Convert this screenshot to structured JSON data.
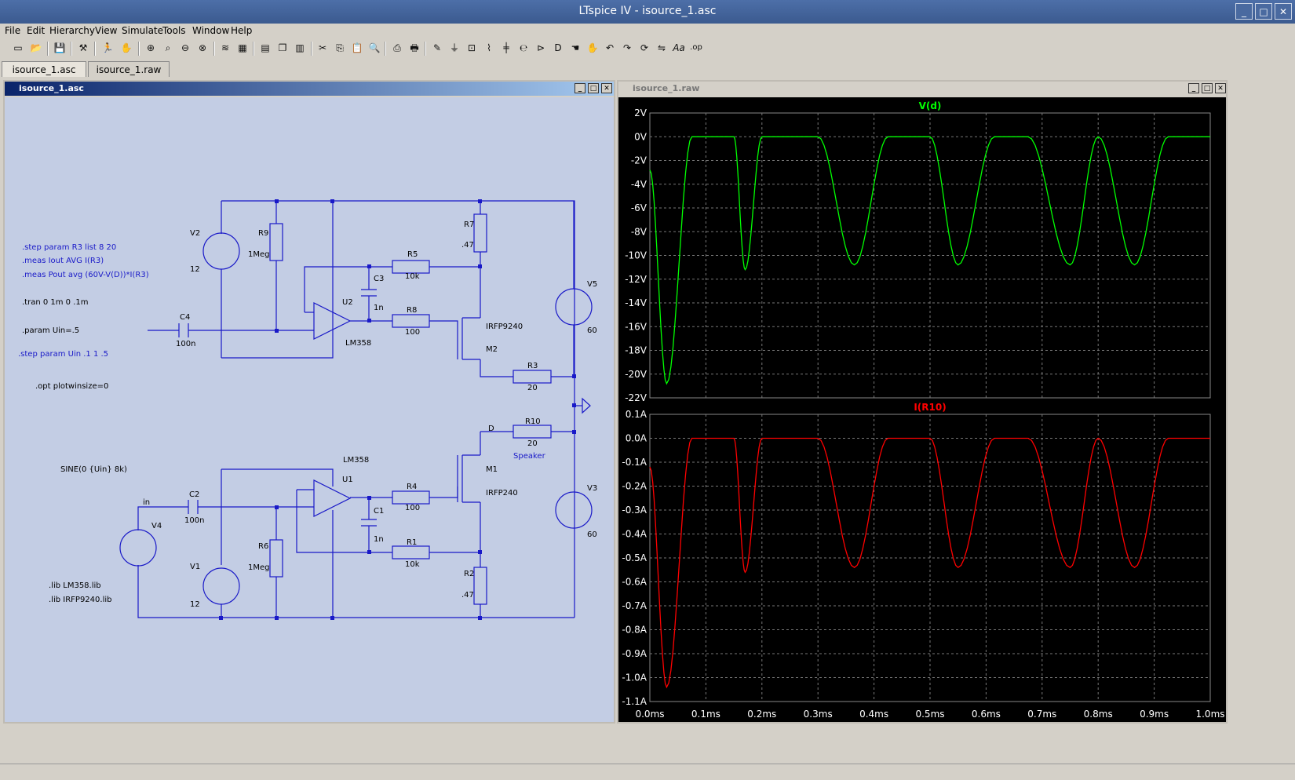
{
  "app": {
    "window_title": "LTspice IV - isource_1.asc"
  },
  "titlebar_buttons": {
    "minimize": "_",
    "maximize": "□",
    "close": "✕"
  },
  "menu": [
    "File",
    "Edit",
    "Hierarchy",
    "View",
    "Simulate",
    "Tools",
    "Window",
    "Help"
  ],
  "tabs": [
    {
      "label": "isource_1.asc",
      "active": true
    },
    {
      "label": "isource_1.raw",
      "active": false
    }
  ],
  "toolbar_icons": [
    "new-schematic-icon",
    "open-icon",
    "save-icon",
    "control-panel-icon",
    "run-icon",
    "halt-icon",
    "zoom-in-icon",
    "zoom-area-icon",
    "zoom-out-icon",
    "zoom-fit-icon",
    "autorange-icon",
    "grid-icon",
    "tile-horizontal-icon",
    "cascade-icon",
    "tile-vertical-icon",
    "cut-icon",
    "copy-icon",
    "paste-icon",
    "find-icon",
    "print-setup-icon",
    "print-icon",
    "wire-icon",
    "ground-icon",
    "label-net-icon",
    "resistor-icon",
    "capacitor-icon",
    "inductor-icon",
    "diode-icon",
    "component-icon",
    "move-icon",
    "drag-icon",
    "undo-icon",
    "redo-icon",
    "rotate-icon",
    "mirror-icon",
    "text-icon",
    "spice-directive-icon"
  ],
  "toolbar_glyphs": {
    "new": "▭",
    "open": "📂",
    "save": "💾",
    "run": "🏃",
    "halt": "✋",
    "zoomin": "⊕",
    "zoomout": "⊖",
    "cut": "✂",
    "copy": "⎘",
    "paste": "📋",
    "find": "🔍",
    "print": "🖶",
    "wire": "✎",
    "ground": "⏚",
    "undo": "↶",
    "redo": "↷",
    "text": "Aa",
    "directive": ".op"
  },
  "schematic": {
    "window_title": "isource_1.asc",
    "background": "#c3cde4",
    "directives": [
      ".step param R3 list 8 20",
      ".meas Iout AVG I(R3)",
      ".meas Pout avg (60V-V(D))*I(R3)",
      ".tran 0 1m 0 .1m",
      ".param Uin=.5",
      ".step param Uin .1 1 .5",
      ".opt plotwinsize=0",
      ".lib LM358.lib",
      ".lib IRFP9240.lib"
    ],
    "source_value": "SINE(0 {Uin} 8k)",
    "labels": {
      "V2": "V2",
      "V2_val": "12",
      "R9": "R9",
      "R9_val": "1Meg",
      "R7": "R7",
      "R7_val": ".47",
      "R5": "R5",
      "R5_val": "10k",
      "C3": "C3",
      "C3_val": "1n",
      "U2": "U2",
      "U2_part": "LM358",
      "R8": "R8",
      "R8_val": "100",
      "M2_part": "IRFP9240",
      "M2": "M2",
      "C4": "C4",
      "C4_val": "100n",
      "V5": "V5",
      "V5_val": "60",
      "R3": "R3",
      "R3_val": "20",
      "D_net": "D",
      "R10": "R10",
      "R10_val": "20",
      "speaker": "Speaker",
      "U1_part": "LM358",
      "U1": "U1",
      "M1": "M1",
      "M1_part": "IRFP240",
      "R4": "R4",
      "R4_val": "100",
      "C1": "C1",
      "C1_val": "1n",
      "R1": "R1",
      "R1_val": "10k",
      "in_net": "in",
      "C2": "C2",
      "C2_val": "100n",
      "V4": "V4",
      "R6": "R6",
      "R6_val": "1Meg",
      "V1": "V1",
      "V1_val": "12",
      "R2": "R2",
      "R2_val": ".47",
      "V3": "V3",
      "V3_val": "60"
    }
  },
  "waveform": {
    "window_title": "isource_1.raw",
    "x_ticks": [
      "0.0ms",
      "0.1ms",
      "0.2ms",
      "0.3ms",
      "0.4ms",
      "0.5ms",
      "0.6ms",
      "0.7ms",
      "0.8ms",
      "0.9ms",
      "1.0ms"
    ]
  },
  "chart_data": [
    {
      "type": "line",
      "title": "V(d)",
      "color": "#00ff00",
      "xlim": [
        0,
        1.0
      ],
      "ylim": [
        -22,
        2
      ],
      "y_ticks": [
        "2V",
        "0V",
        "-2V",
        "-4V",
        "-6V",
        "-8V",
        "-10V",
        "-12V",
        "-14V",
        "-16V",
        "-18V",
        "-20V",
        "-22V"
      ],
      "x": [
        0.0,
        0.03,
        0.075,
        0.1,
        0.15,
        0.17,
        0.2,
        0.3,
        0.365,
        0.425,
        0.5,
        0.55,
        0.615,
        0.675,
        0.75,
        0.8,
        0.865,
        0.925,
        1.0
      ],
      "y": [
        -2.8,
        -20.8,
        0,
        0,
        0,
        -11.2,
        0,
        0,
        -10.8,
        0,
        0,
        -10.8,
        0,
        0,
        -10.8,
        0,
        -10.8,
        0,
        0
      ]
    },
    {
      "type": "line",
      "title": "I(R10)",
      "color": "#ff0000",
      "xlim": [
        0,
        1.0
      ],
      "ylim": [
        -1.1,
        0.1
      ],
      "y_ticks": [
        "0.1A",
        "0.0A",
        "-0.1A",
        "-0.2A",
        "-0.3A",
        "-0.4A",
        "-0.5A",
        "-0.6A",
        "-0.7A",
        "-0.8A",
        "-0.9A",
        "-1.0A",
        "-1.1A"
      ],
      "x": [
        0.0,
        0.03,
        0.075,
        0.1,
        0.15,
        0.17,
        0.2,
        0.3,
        0.365,
        0.425,
        0.5,
        0.55,
        0.615,
        0.675,
        0.75,
        0.8,
        0.865,
        0.925,
        1.0
      ],
      "y": [
        -0.12,
        -1.04,
        0,
        0,
        0,
        -0.56,
        0,
        0,
        -0.54,
        0,
        0,
        -0.54,
        0,
        0,
        -0.54,
        0,
        -0.54,
        0,
        0
      ]
    }
  ]
}
